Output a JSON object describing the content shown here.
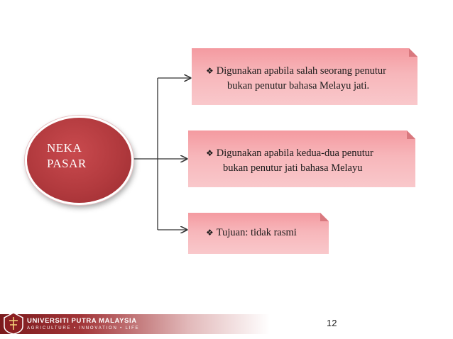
{
  "diagram": {
    "hub": {
      "line1": "NEKA",
      "line2": "PASAR"
    },
    "boxes": [
      {
        "bullet": "❖",
        "line1": "Digunakan apabila salah seorang penutur",
        "line2": "bukan penutur bahasa Melayu jati."
      },
      {
        "bullet": "❖",
        "line1": "Digunakan apabila kedua-dua penutur",
        "line2": "bukan penutur jati bahasa Melayu"
      },
      {
        "bullet": "❖",
        "line1": "Tujuan: tidak rasmi"
      }
    ],
    "colors": {
      "hub": "#b23a3e",
      "box": "#f7b6ba",
      "connector": "#333333"
    }
  },
  "footer": {
    "university": "UNIVERSITI PUTRA MALAYSIA",
    "tagline": "AGRICULTURE • INNOVATION • LIFE",
    "page_number": "12"
  }
}
